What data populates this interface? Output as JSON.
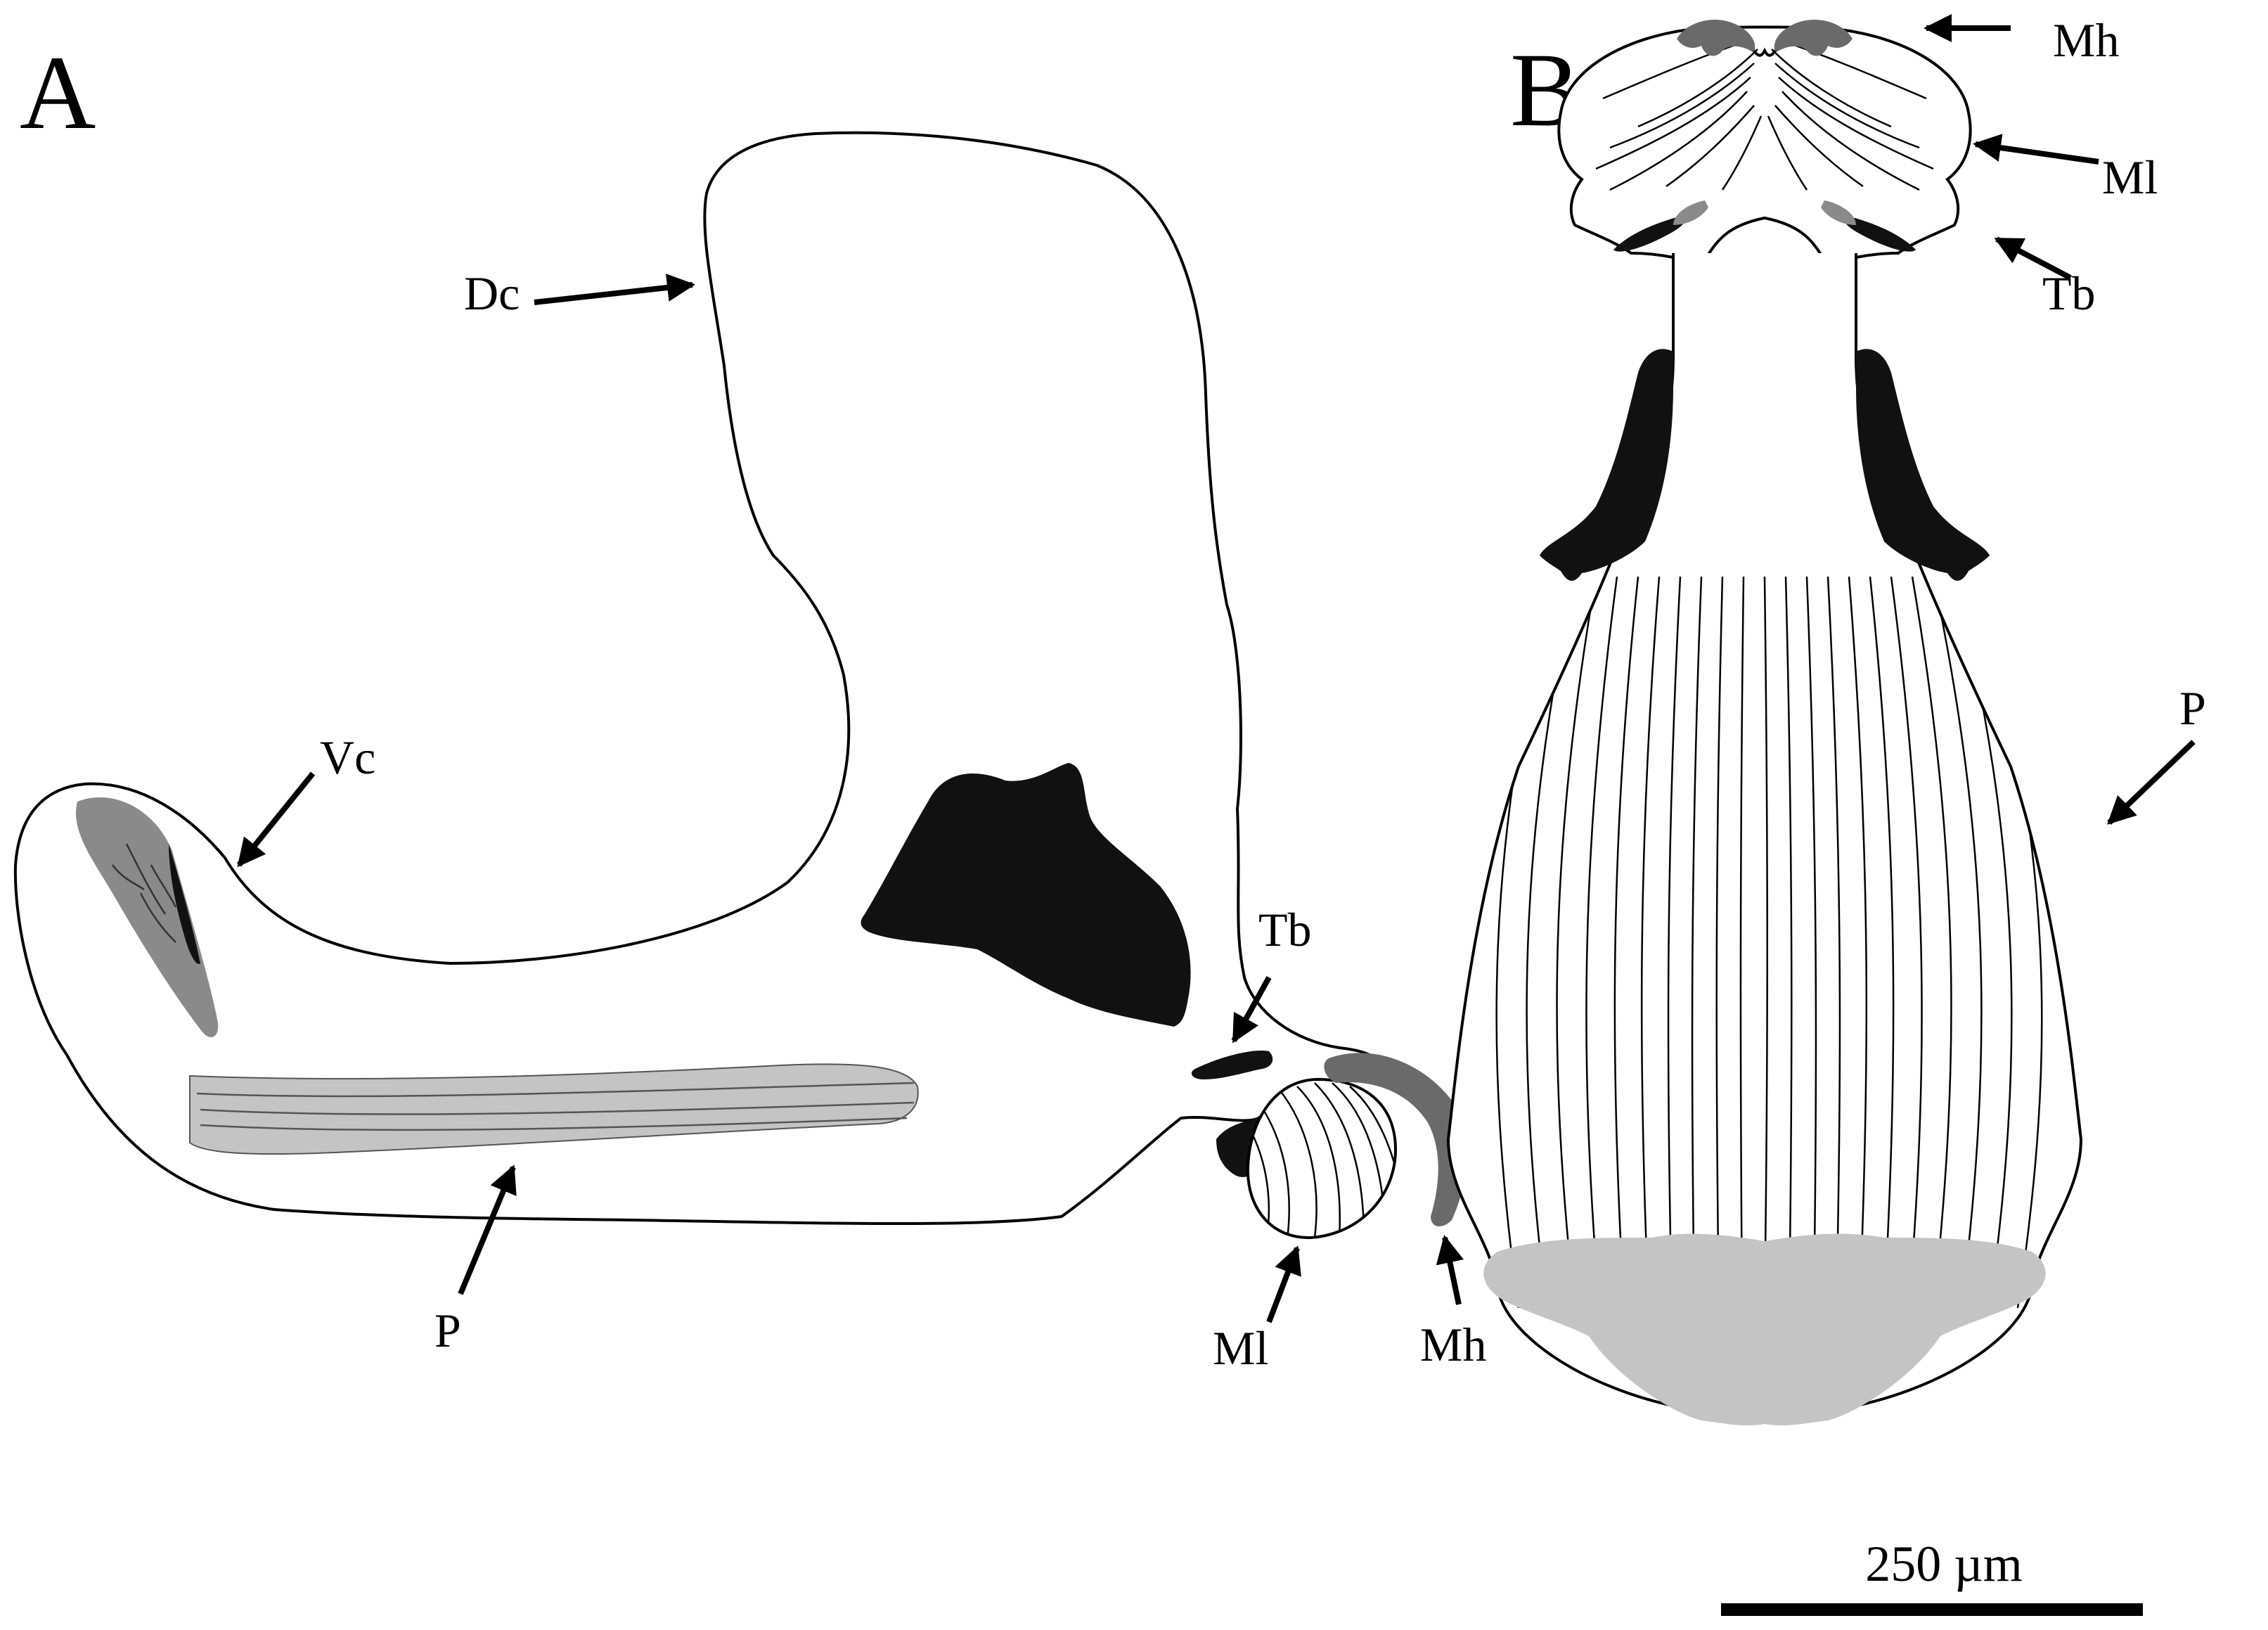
{
  "panels": {
    "a": "A",
    "b": "B"
  },
  "labels_a": {
    "dc": "Dc",
    "vc": "Vc",
    "tb": "Tb",
    "p": "P",
    "ml": "Ml",
    "mh": "Mh"
  },
  "labels_b": {
    "mh": "Mh",
    "ml": "Ml",
    "tb": "Tb",
    "p": "P"
  },
  "scale_bar": {
    "label": "250 µm"
  },
  "colors": {
    "outline": "#000000",
    "dark": "#111111",
    "mid_gray": "#8a8a8a",
    "light_gray": "#c4c4c4",
    "background": "#ffffff"
  }
}
